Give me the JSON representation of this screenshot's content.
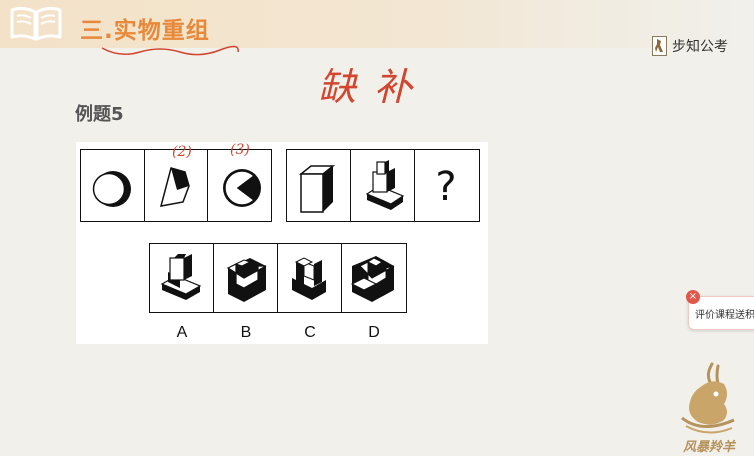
{
  "header": {
    "section_title": "三.实物重组",
    "brand": "步知公考"
  },
  "handwriting_note": "缺补",
  "example_label": "例题5",
  "puzzle": {
    "annotations": [
      "(2)",
      "(3)"
    ],
    "options": [
      "A",
      "B",
      "C",
      "D"
    ]
  },
  "rate_card": {
    "text": "评价课程送积分",
    "close": "×"
  },
  "mascot_text": "风暴羚羊",
  "colors": {
    "title": "#e8893a",
    "annotation": "#d2452f",
    "close_badge": "#e2574c",
    "mascot": "#b6925c"
  }
}
